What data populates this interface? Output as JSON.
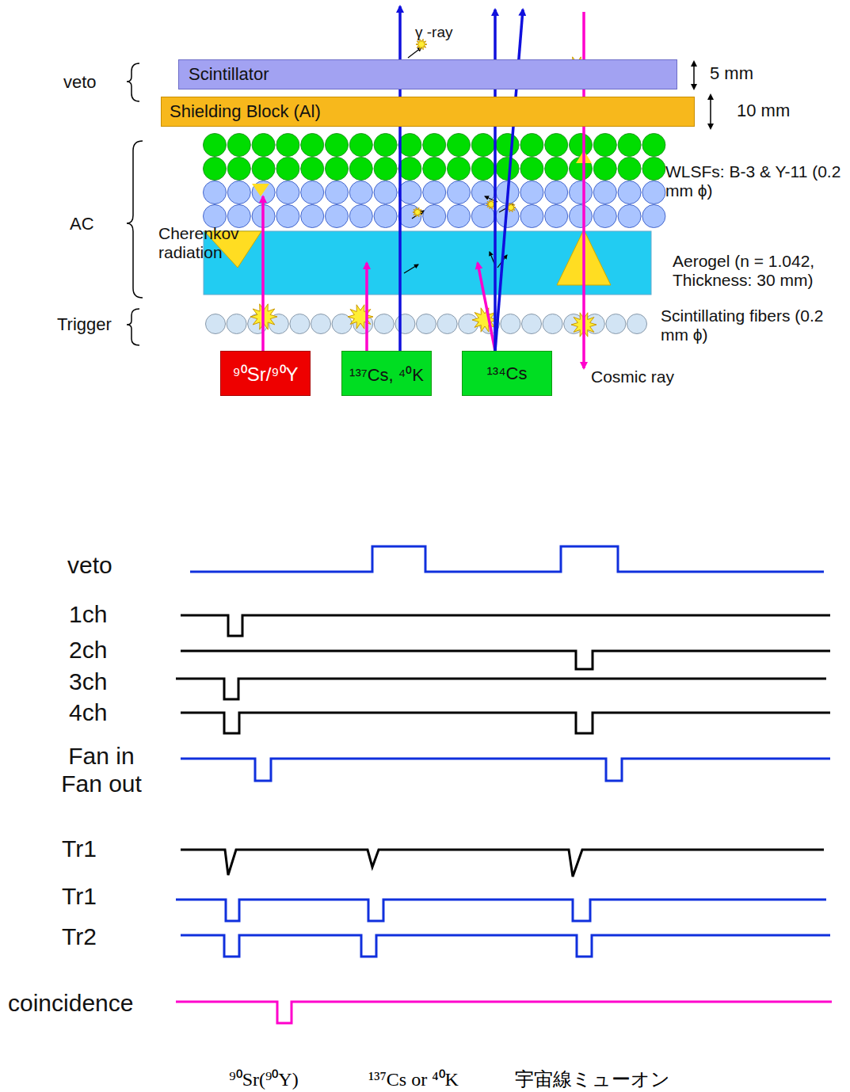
{
  "diagram": {
    "nodes": [
      {
        "text": [
          "Scintillator"
        ]
      },
      {
        "text": [
          "Shielding Block (Al)"
        ]
      },
      {
        "text": [
          "⁹⁰Sr/⁹⁰Y"
        ]
      },
      {
        "text": [
          "¹³⁷Cs, ⁴⁰K"
        ]
      },
      {
        "text": [
          "¹³⁴Cs"
        ]
      }
    ],
    "labels": [
      "veto",
      "AC",
      "Trigger",
      "5 mm",
      "10 mm",
      "γ -ray",
      "Cherenkov radiation",
      "WLSFs: B-3 & Y-11 (0.2 mm ϕ)",
      "Aerogel (n = 1.042, Thickness: 30 mm)",
      "Scintillating fibers (0.2 mm ϕ)",
      "Cosmic ray",
      "veto",
      "1ch",
      "2ch",
      "3ch",
      "4ch",
      "Fan in Fan out",
      "Tr1",
      "Tr1",
      "Tr2",
      "coincidence",
      "⁹⁰Sr(⁹⁰Y)",
      "¹³⁷Cs or ⁴⁰K",
      "宇宙線ミューオン"
    ]
  }
}
